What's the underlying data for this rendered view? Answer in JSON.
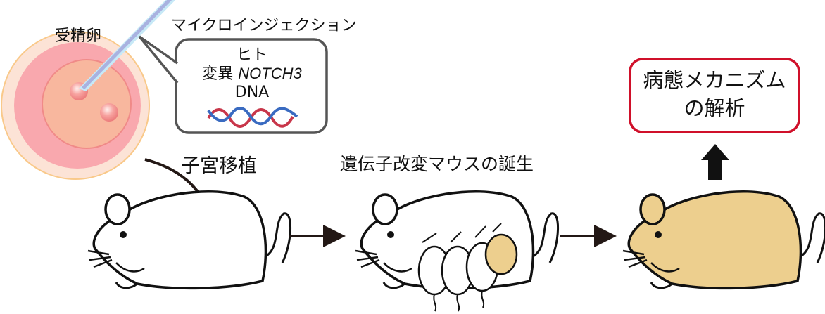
{
  "labels": {
    "fertilized_egg": "受精卵",
    "microinjection": "マイクロインジェクション",
    "callout_line1": "ヒト",
    "callout_line2_prefix": "変異",
    "callout_gene": "NOTCH3",
    "callout_line3": "DNA",
    "uterine_transfer": "子宮移植",
    "birth": "遺伝子改変マウスの誕生",
    "result_line1": "病態メカニズム",
    "result_line2": "の解析"
  },
  "colors": {
    "dna_red": "#C8364A",
    "dna_blue": "#3A6BC1",
    "result_border": "#D0102A",
    "mutant_mouse": "#EDCF8E",
    "egg_outer": "#FCE3D6",
    "egg_mid": "#F9A8AE",
    "egg_inner": "#F8B79E"
  }
}
